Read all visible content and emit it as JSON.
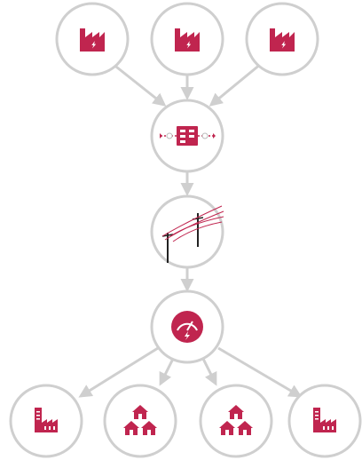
{
  "diagram": {
    "accent_color": "#c0254f",
    "line_color": "#cfcfcf",
    "nodes": [
      {
        "id": "power-plant-1",
        "icon": "factory-icon"
      },
      {
        "id": "power-plant-2",
        "icon": "factory-icon"
      },
      {
        "id": "power-plant-3",
        "icon": "factory-icon"
      },
      {
        "id": "substation",
        "icon": "transformer-icon"
      },
      {
        "id": "transmission",
        "icon": "power-line-icon"
      },
      {
        "id": "meter",
        "icon": "meter-gauge-icon"
      },
      {
        "id": "industrial-consumer-1",
        "icon": "industrial-building-icon"
      },
      {
        "id": "residential-consumer-1",
        "icon": "houses-icon"
      },
      {
        "id": "residential-consumer-2",
        "icon": "houses-icon"
      },
      {
        "id": "industrial-consumer-2",
        "icon": "industrial-building-icon"
      }
    ],
    "edges": [
      {
        "from": "power-plant-1",
        "to": "substation"
      },
      {
        "from": "power-plant-2",
        "to": "substation"
      },
      {
        "from": "power-plant-3",
        "to": "substation"
      },
      {
        "from": "substation",
        "to": "transmission"
      },
      {
        "from": "transmission",
        "to": "meter"
      },
      {
        "from": "meter",
        "to": "industrial-consumer-1"
      },
      {
        "from": "meter",
        "to": "residential-consumer-1"
      },
      {
        "from": "meter",
        "to": "residential-consumer-2"
      },
      {
        "from": "meter",
        "to": "industrial-consumer-2"
      }
    ]
  }
}
